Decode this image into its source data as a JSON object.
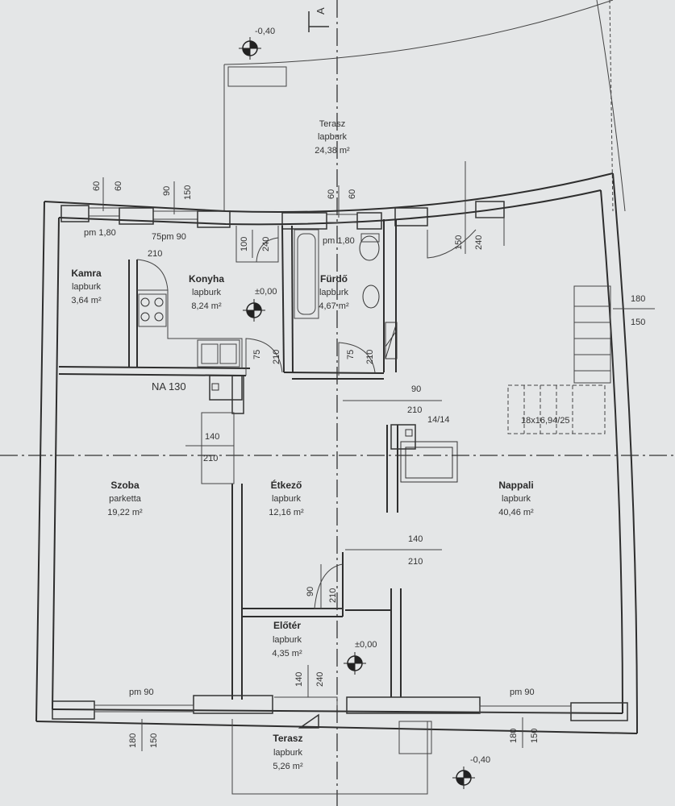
{
  "section_marker": "A",
  "levels": {
    "top": "-0,40",
    "kitchen": "±0,00",
    "entry": "±0,00",
    "bottom": "-0,40"
  },
  "rooms": {
    "terrace_top": {
      "name": "Terasz",
      "floor": "lapburk",
      "area": "24,38 m²"
    },
    "pantry": {
      "name": "Kamra",
      "floor": "lapburk",
      "area": "3,64 m²"
    },
    "kitchen": {
      "name": "Konyha",
      "floor": "lapburk",
      "area": "8,24 m²"
    },
    "bathroom": {
      "name": "Fürdő",
      "floor": "lapburk",
      "area": "4,67 m²"
    },
    "bedroom": {
      "name": "Szoba",
      "floor": "parketta",
      "area": "19,22 m²"
    },
    "dining": {
      "name": "Étkező",
      "floor": "lapburk",
      "area": "12,16 m²"
    },
    "living": {
      "name": "Nappali",
      "floor": "lapburk",
      "area": "40,46 m²"
    },
    "hall": {
      "name": "Előtér",
      "floor": "lapburk",
      "area": "4,35 m²"
    },
    "terrace_bottom": {
      "name": "Terasz",
      "floor": "lapburk",
      "area": "5,26 m²"
    }
  },
  "dimensions": {
    "win_top_1a": "60",
    "win_top_1b": "60",
    "win_top_2a": "90",
    "win_top_2b": "150",
    "win_top_3a": "60",
    "win_top_3b": "60",
    "pm_pantry": "pm 1,80",
    "pm_kitchen": "75pm 90",
    "pm_bath": "pm 1,80",
    "d210_kitchen": "210",
    "door_top_100": "100",
    "door_top_240": "240",
    "door_liv_150": "150",
    "door_liv_240": "240",
    "d75_k": "75",
    "d210_k": "210",
    "d75_b": "75",
    "d210_b": "210",
    "stair_180": "180",
    "stair_150": "150",
    "stair_spec": "18x16,94/25",
    "step_count": "14/14",
    "chimney": "NA 130",
    "d90_mid": "90",
    "d210_mid": "210",
    "d140_bed": "140",
    "d210_bed": "210",
    "d140_liv": "140",
    "d210_liv": "210",
    "d90_hall": "90",
    "d210_hall": "210",
    "d140_entry": "140",
    "d240_entry": "240",
    "pm_bed": "pm 90",
    "pm_liv": "pm 90",
    "bot_180_l": "180",
    "bot_150_l": "150",
    "bot_180_r": "180",
    "bot_150_r": "150"
  }
}
